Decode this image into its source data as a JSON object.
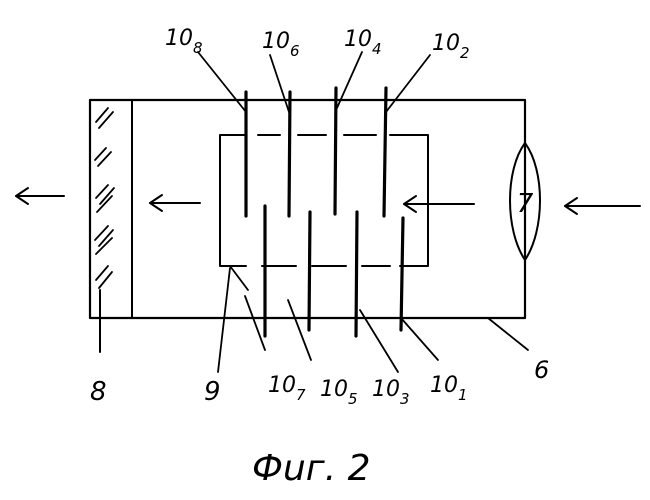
{
  "labels": {
    "plate_10_8": {
      "base": "10",
      "sub": "8"
    },
    "plate_10_6": {
      "base": "10",
      "sub": "6"
    },
    "plate_10_4": {
      "base": "10",
      "sub": "4"
    },
    "plate_10_2": {
      "base": "10",
      "sub": "2"
    },
    "plate_10_7": {
      "base": "10",
      "sub": "7"
    },
    "plate_10_5": {
      "base": "10",
      "sub": "5"
    },
    "plate_10_3": {
      "base": "10",
      "sub": "3"
    },
    "plate_10_1": {
      "base": "10",
      "sub": "1"
    },
    "lens": "7",
    "housing": "6",
    "screen": "8",
    "frame": "9"
  },
  "caption": "Фuг. 2"
}
